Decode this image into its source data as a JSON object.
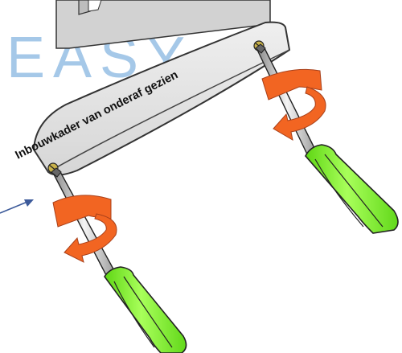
{
  "diagram": {
    "frame_label": "Inbouwkader van onderaf gezien",
    "background_text": "EASY",
    "parts": {
      "device_body": "device-body",
      "mounting_frame": "mounting-frame",
      "screws": [
        "left-screw",
        "right-screw"
      ],
      "screwdrivers": [
        "left-screwdriver",
        "right-screwdriver"
      ],
      "rotation_arrows": [
        "left-rotation-arrow",
        "right-rotation-arrow"
      ],
      "pointer": "pointer-arrow"
    }
  },
  "colors": {
    "frame_fill": "#e6e6e6",
    "device_fill": "#d4d4d4",
    "easy_text": "#5b9bd5",
    "rotation_arrow": "#f26522",
    "handle_green": "#7ff21e",
    "pointer_blue": "#3c5a9a"
  }
}
